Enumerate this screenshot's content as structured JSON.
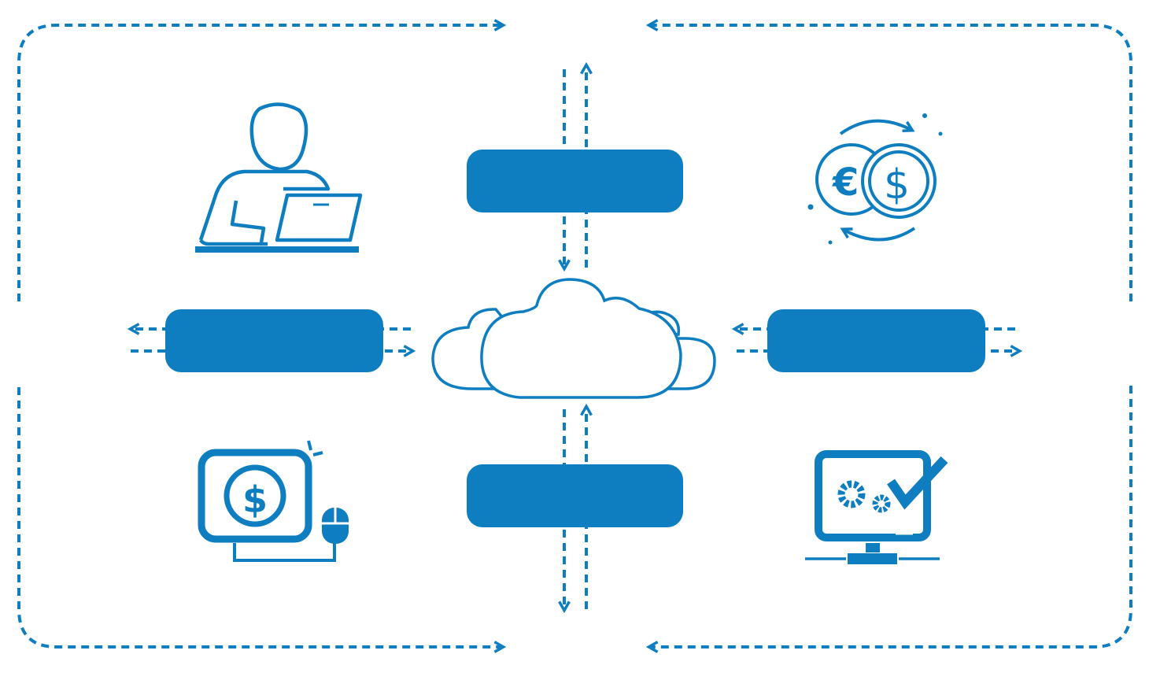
{
  "colors": {
    "primary": "#0e7ec1",
    "background": "#ffffff"
  },
  "icons": [
    "person-laptop-icon",
    "currency-exchange-icon",
    "online-payment-icon",
    "monitor-settings-check-icon",
    "cloud-icon"
  ],
  "boxes": [
    "top-box",
    "left-box",
    "right-box",
    "bottom-box"
  ]
}
